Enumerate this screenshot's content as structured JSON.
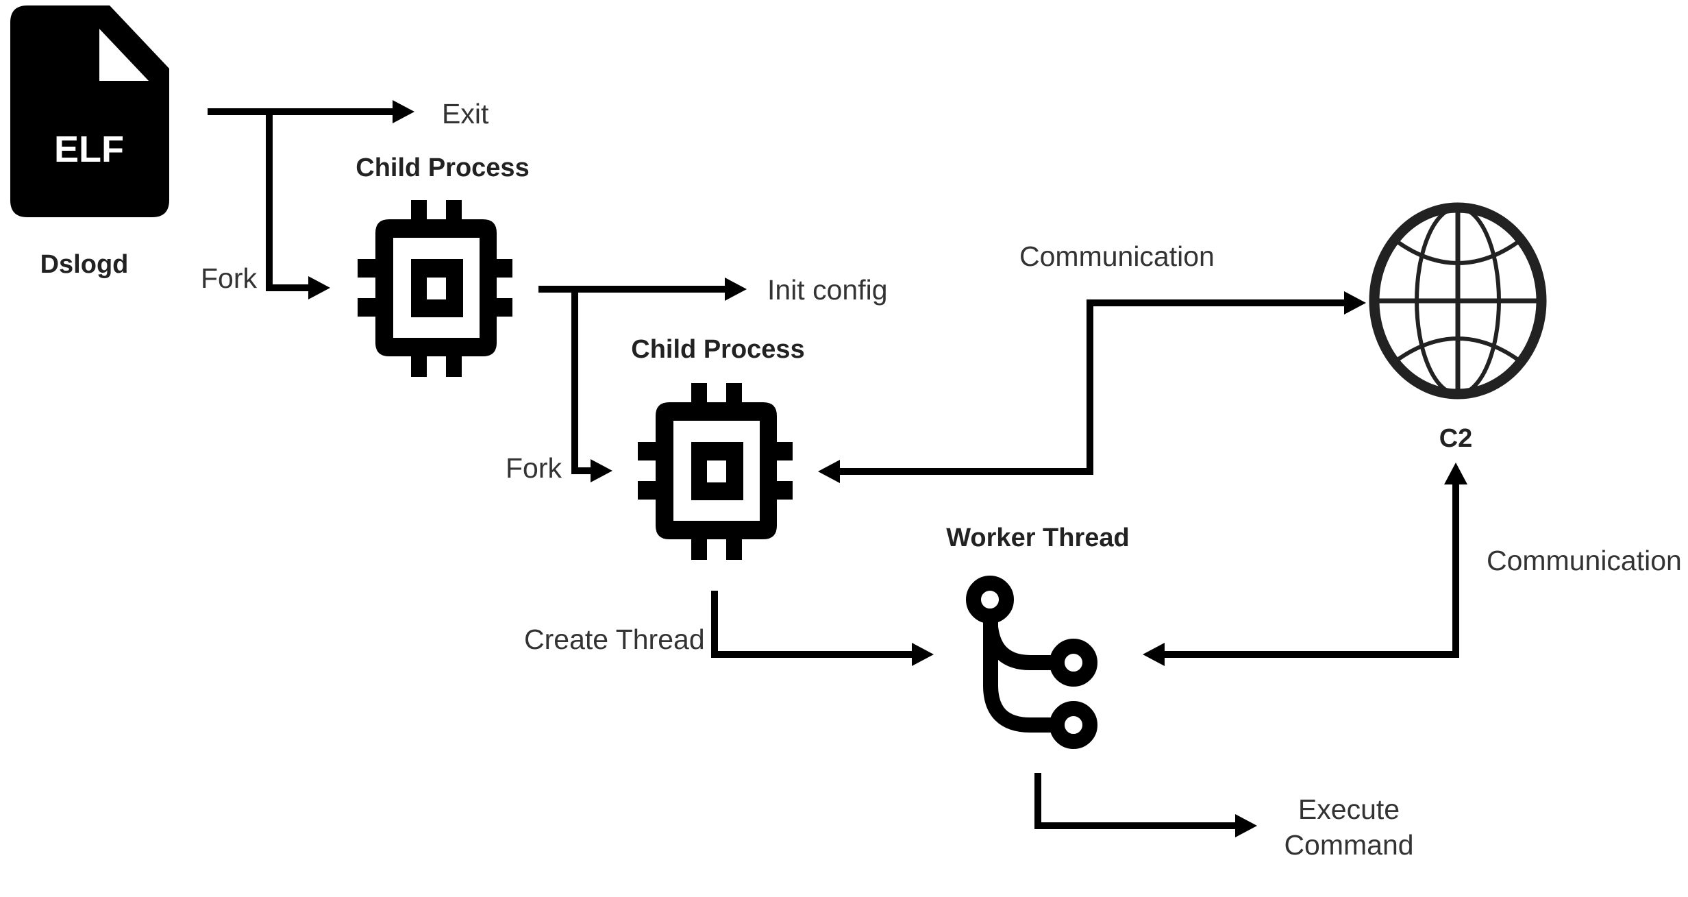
{
  "diagram": {
    "type": "process-flow",
    "nodes": {
      "elf_file": {
        "badge": "ELF",
        "label": "Dslogd",
        "icon": "file-icon"
      },
      "child_process_1": {
        "label": "Child Process",
        "icon": "cpu-chip-icon"
      },
      "child_process_2": {
        "label": "Child Process",
        "icon": "cpu-chip-icon"
      },
      "worker_thread": {
        "label": "Worker Thread",
        "icon": "git-branch-icon"
      },
      "c2": {
        "label": "C2",
        "icon": "globe-icon"
      }
    },
    "edges": {
      "exit": {
        "label": "Exit",
        "from": "Dslogd",
        "to": "Exit"
      },
      "fork_1": {
        "label": "Fork",
        "from": "Dslogd",
        "to": "Child Process"
      },
      "init_config": {
        "label": "Init config",
        "from": "Child Process",
        "to": "Init config"
      },
      "fork_2": {
        "label": "Fork",
        "from": "Child Process",
        "to": "Child Process"
      },
      "communication_1": {
        "label": "Communication",
        "from": "Child Process",
        "to": "C2",
        "bidirectional": true
      },
      "create_thread": {
        "label": "Create Thread",
        "from": "Child Process",
        "to": "Worker Thread"
      },
      "communication_2": {
        "label": "Communication",
        "from": "Worker Thread",
        "to": "C2",
        "bidirectional": true
      },
      "execute_command": {
        "label_line1": "Execute",
        "label_line2": "Command",
        "from": "Worker Thread",
        "to": "Execute Command"
      }
    },
    "colors": {
      "background": "#ffffff",
      "stroke": "#000000",
      "text": "#333333",
      "globe": "#222222"
    }
  }
}
